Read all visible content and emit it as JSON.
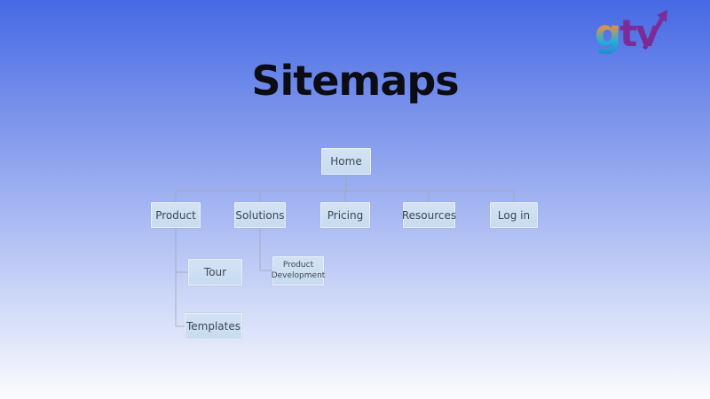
{
  "page": {
    "title": "Sitemaps"
  },
  "logo": {
    "letters": {
      "g": "g",
      "tv": "tv"
    },
    "arrow_icon": "arrow-up-right"
  },
  "sitemap": {
    "root": {
      "label": "Home"
    },
    "level2": [
      {
        "label": "Product"
      },
      {
        "label": "Solutions"
      },
      {
        "label": "Pricing"
      },
      {
        "label": "Resources"
      },
      {
        "label": "Log in"
      }
    ],
    "level3": [
      {
        "label": "Tour",
        "parent": "Product"
      },
      {
        "label": "Product Development",
        "parent": "Solutions"
      },
      {
        "label": "Templates",
        "parent": "Product"
      }
    ]
  },
  "colors": {
    "background_top": "#4669e4",
    "background_bottom": "#fbfcfe",
    "node_fill": "#c8dbef",
    "node_text": "#3c4858",
    "connector": "#9fa8b4",
    "title_color": "#0c0c14",
    "logo_purple": "#7c2c96",
    "logo_orange": "#f6b03e",
    "logo_teal": "#1fa9d6"
  }
}
